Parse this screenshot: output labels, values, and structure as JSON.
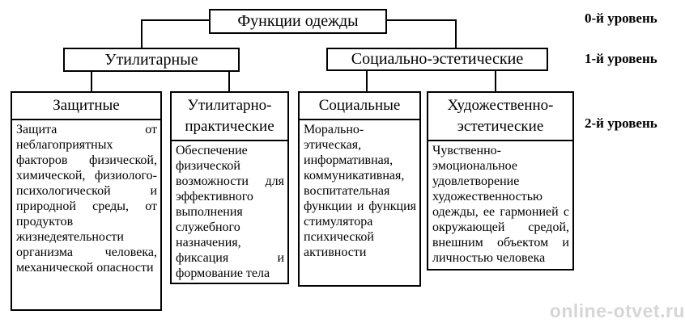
{
  "diagram": {
    "root_label": "Функции одежды",
    "level1": [
      {
        "label": "Утилитарные"
      },
      {
        "label": "Социально-эстетические"
      }
    ],
    "level2": [
      {
        "title": "Защитные",
        "body": "Защита от неблагоприятных факторов физической, химической, физиолого-психологической и природной среды, от продуктов жизнедеятельности организма человека, механической опасности"
      },
      {
        "title": "Утилитарно-практические",
        "body": "Обеспечение физической возможности для эффективного выполнения служебного назначения, фиксация и формование тела"
      },
      {
        "title": "Социальные",
        "body": "Морально-этическая, информативная, коммуникативная, воспитательная функции и функция стимулятора психической активности"
      },
      {
        "title": "Художественно-эстетические",
        "body": "Чувственно-эмоциональное удовлетворение художественностью одежды, ее гармонией с окружающей средой, внешним объектом и личностью человека"
      }
    ],
    "level_labels": [
      "0-й уровень",
      "1-й уровень",
      "2-й уровень"
    ]
  },
  "watermark": {
    "text": "online-otvet.ru",
    "color": "#d6d6d6"
  },
  "colors": {
    "line": "#000000",
    "background": "#ffffff",
    "text": "#000000"
  }
}
